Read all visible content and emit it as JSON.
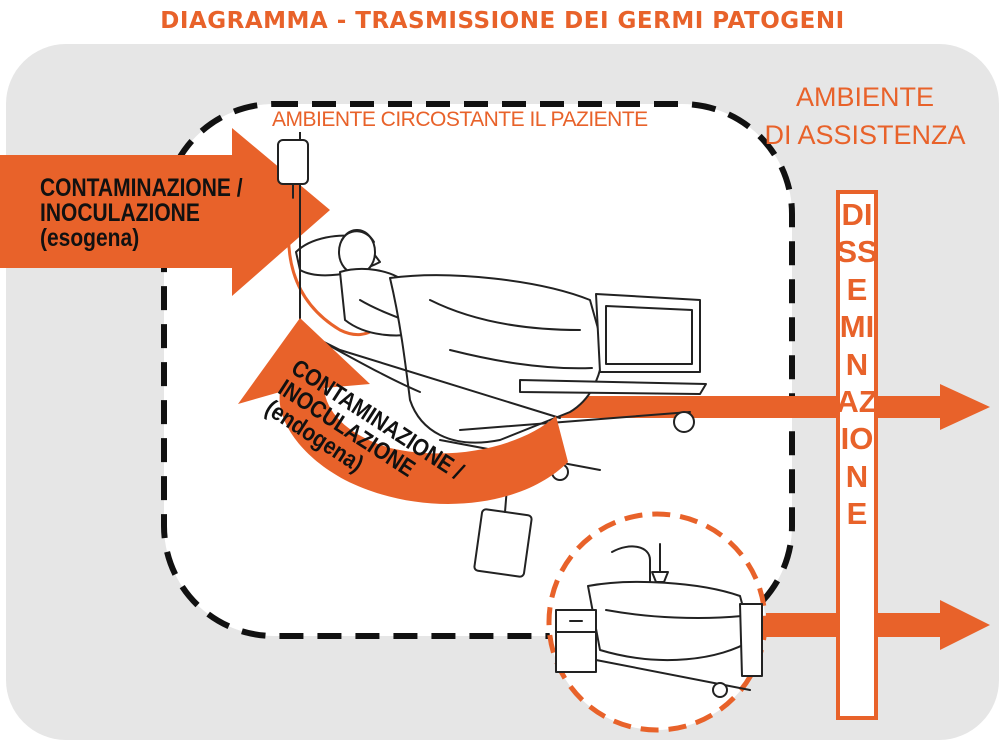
{
  "title": "DIAGRAMMA - TRASMISSIONE DEI GERMI PATOGENI",
  "care_environment": {
    "line1": "AMBIENTE",
    "line2": "DI ASSISTENZA"
  },
  "patient_environment": "AMBIENTE CIRCOSTANTE IL PAZIENTE",
  "exogenous": {
    "line1": "CONTAMINAZIONE /",
    "line2": "INOCULAZIONE",
    "line3": "(esogena)"
  },
  "endogenous": {
    "line1": "CONTAMINAZIONE /",
    "line2": "INOCULAZIONE",
    "line3": "(endogena)"
  },
  "dissemination": "DISSEMINAZIONE",
  "colors": {
    "accent": "#e8622a",
    "panel": "#e6e6e6",
    "dashed_border": "#111111",
    "text_dark": "#111111"
  },
  "icons": {
    "hospital_bed_with_patient": "hospital-bed-patient-illustration",
    "iv_bag": "iv-drip-bag",
    "second_bed": "empty-hospital-bed-illustration"
  }
}
